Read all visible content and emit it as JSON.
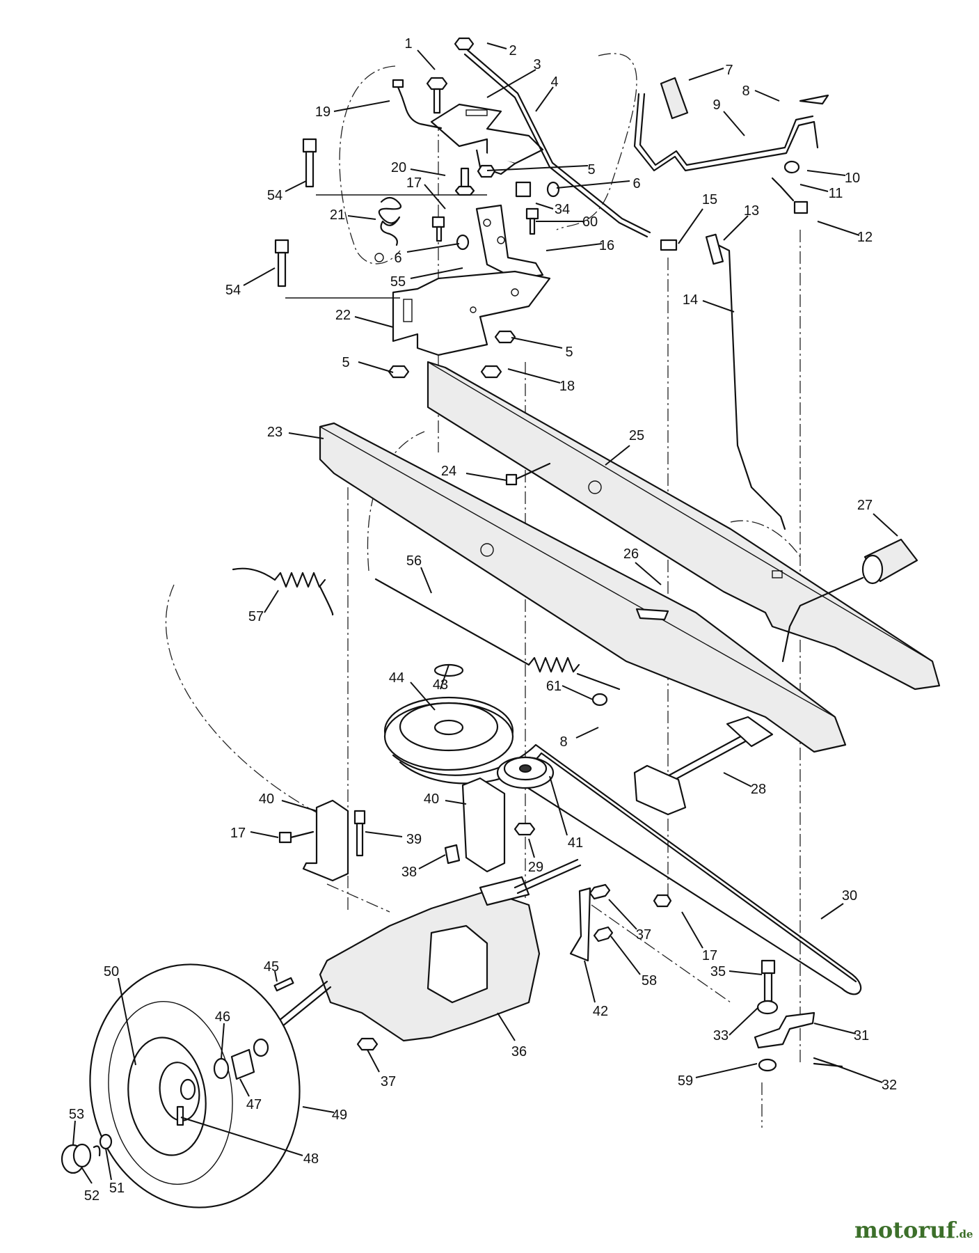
{
  "watermark": {
    "text": "motoruf",
    "tld": ".de",
    "color": "#3c6f2a"
  },
  "callouts": [
    {
      "id": "c1",
      "label": "1"
    },
    {
      "id": "c2",
      "label": "2"
    },
    {
      "id": "c3",
      "label": "3"
    },
    {
      "id": "c4",
      "label": "4"
    },
    {
      "id": "c5a",
      "label": "5"
    },
    {
      "id": "c5b",
      "label": "5"
    },
    {
      "id": "c5c",
      "label": "5"
    },
    {
      "id": "c6a",
      "label": "6"
    },
    {
      "id": "c6b",
      "label": "6"
    },
    {
      "id": "c7",
      "label": "7"
    },
    {
      "id": "c8a",
      "label": "8"
    },
    {
      "id": "c8b",
      "label": "8"
    },
    {
      "id": "c9",
      "label": "9"
    },
    {
      "id": "c10",
      "label": "10"
    },
    {
      "id": "c11",
      "label": "11"
    },
    {
      "id": "c12",
      "label": "12"
    },
    {
      "id": "c13",
      "label": "13"
    },
    {
      "id": "c14",
      "label": "14"
    },
    {
      "id": "c15",
      "label": "15"
    },
    {
      "id": "c16",
      "label": "16"
    },
    {
      "id": "c17a",
      "label": "17"
    },
    {
      "id": "c17b",
      "label": "17"
    },
    {
      "id": "c17c",
      "label": "17"
    },
    {
      "id": "c18",
      "label": "18"
    },
    {
      "id": "c19",
      "label": "19"
    },
    {
      "id": "c20",
      "label": "20"
    },
    {
      "id": "c21",
      "label": "21"
    },
    {
      "id": "c22",
      "label": "22"
    },
    {
      "id": "c23",
      "label": "23"
    },
    {
      "id": "c24",
      "label": "24"
    },
    {
      "id": "c25",
      "label": "25"
    },
    {
      "id": "c26",
      "label": "26"
    },
    {
      "id": "c27",
      "label": "27"
    },
    {
      "id": "c28",
      "label": "28"
    },
    {
      "id": "c29",
      "label": "29"
    },
    {
      "id": "c30",
      "label": "30"
    },
    {
      "id": "c31",
      "label": "31"
    },
    {
      "id": "c32",
      "label": "32"
    },
    {
      "id": "c33",
      "label": "33"
    },
    {
      "id": "c34",
      "label": "34"
    },
    {
      "id": "c35",
      "label": "35"
    },
    {
      "id": "c36",
      "label": "36"
    },
    {
      "id": "c37a",
      "label": "37"
    },
    {
      "id": "c37b",
      "label": "37"
    },
    {
      "id": "c38",
      "label": "38"
    },
    {
      "id": "c39",
      "label": "39"
    },
    {
      "id": "c40a",
      "label": "40"
    },
    {
      "id": "c40b",
      "label": "40"
    },
    {
      "id": "c41",
      "label": "41"
    },
    {
      "id": "c42",
      "label": "42"
    },
    {
      "id": "c43",
      "label": "43"
    },
    {
      "id": "c44",
      "label": "44"
    },
    {
      "id": "c45",
      "label": "45"
    },
    {
      "id": "c46",
      "label": "46"
    },
    {
      "id": "c47",
      "label": "47"
    },
    {
      "id": "c48",
      "label": "48"
    },
    {
      "id": "c49",
      "label": "49"
    },
    {
      "id": "c50",
      "label": "50"
    },
    {
      "id": "c51",
      "label": "51"
    },
    {
      "id": "c52",
      "label": "52"
    },
    {
      "id": "c53",
      "label": "53"
    },
    {
      "id": "c54a",
      "label": "54"
    },
    {
      "id": "c54b",
      "label": "54"
    },
    {
      "id": "c55",
      "label": "55"
    },
    {
      "id": "c56",
      "label": "56"
    },
    {
      "id": "c57",
      "label": "57"
    },
    {
      "id": "c58",
      "label": "58"
    },
    {
      "id": "c59",
      "label": "59"
    },
    {
      "id": "c60",
      "label": "60"
    },
    {
      "id": "c61",
      "label": "61"
    }
  ]
}
